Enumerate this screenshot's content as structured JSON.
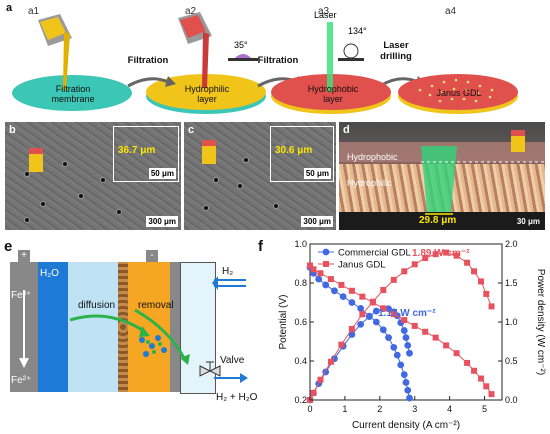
{
  "panel_a": {
    "label": "a",
    "steps": [
      "a1",
      "a2",
      "a3",
      "a4"
    ],
    "disc_labels": {
      "a1": "Filtration membrane",
      "a2": "Hydrophilic layer",
      "a3": "Hydrophobic layer",
      "a4": "Janus GDL"
    },
    "arrow1": "Filtration",
    "arrow2": "Filtration",
    "arrow3": "Laser drilling",
    "angle_hydrophilic": "35°",
    "angle_hydrophobic": "134°",
    "laser_label": "Laser"
  },
  "panel_b": {
    "label": "b",
    "inset_value": "36.7 μm",
    "inset_scale": "50 μm",
    "scale": "300 μm"
  },
  "panel_c": {
    "label": "c",
    "inset_value": "30.6 μm",
    "inset_scale": "50 μm",
    "scale": "300 μm"
  },
  "panel_d": {
    "label": "d",
    "top_label": "Hydrophobic",
    "bottom_label": "Hydrophilic",
    "value": "29.8 μm",
    "scale": "30 μm"
  },
  "panel_e": {
    "label": "e",
    "plus": "+",
    "minus": "-",
    "fe3": "Fe³⁺",
    "fe2": "Fe²⁺",
    "h2o": "H₂O",
    "diffusion": "diffusion",
    "removal": "removal",
    "h2": "H₂",
    "valve": "Valve",
    "outlet": "H₂ + H₂O"
  },
  "panel_f": {
    "label": "f"
  },
  "colors": {
    "commercial": "#4169e1",
    "janus": "#e8525e",
    "disc_teal": "#3bc6b5",
    "disc_yellow": "#f0c419",
    "disc_red": "#e0504d"
  },
  "chart_data": {
    "type": "line",
    "xlabel": "Current density (A cm⁻²)",
    "ylabel_left": "Potential (V)",
    "ylabel_right": "Power density (W cm⁻²)",
    "xlim": [
      0,
      5.5
    ],
    "ylim_left": [
      0.2,
      1.0
    ],
    "ylim_right": [
      0.0,
      2.0
    ],
    "x_ticks": [
      0,
      1,
      2,
      3,
      4,
      5
    ],
    "y_ticks_left": [
      0.2,
      0.4,
      0.6,
      0.8,
      1.0
    ],
    "y_ticks_right": [
      0.0,
      0.5,
      1.0,
      1.5,
      2.0
    ],
    "legend_position": "top-left",
    "annotations": [
      {
        "text": "1.89 W cm⁻²",
        "series": "Janus GDL"
      },
      {
        "text": "1.17 W cm⁻²",
        "series": "Commercial GDL"
      }
    ],
    "series": [
      {
        "name": "Commercial GDL",
        "marker": "circle",
        "color": "#4169e1",
        "polarization": {
          "x": [
            0.0,
            0.1,
            0.25,
            0.45,
            0.7,
            0.95,
            1.2,
            1.45,
            1.7,
            1.9,
            2.1,
            2.25,
            2.4,
            2.5,
            2.6,
            2.7,
            2.75,
            2.8,
            2.85
          ],
          "y": [
            0.88,
            0.85,
            0.82,
            0.79,
            0.76,
            0.73,
            0.7,
            0.67,
            0.63,
            0.6,
            0.56,
            0.52,
            0.47,
            0.43,
            0.38,
            0.33,
            0.29,
            0.25,
            0.21
          ]
        },
        "power": {
          "x": [
            0.0,
            0.1,
            0.25,
            0.45,
            0.7,
            0.95,
            1.2,
            1.45,
            1.7,
            1.9,
            2.1,
            2.25,
            2.4,
            2.5,
            2.6,
            2.7,
            2.75,
            2.8,
            2.85
          ],
          "y": [
            0.0,
            0.09,
            0.21,
            0.36,
            0.53,
            0.69,
            0.84,
            0.97,
            1.07,
            1.14,
            1.17,
            1.17,
            1.13,
            1.08,
            0.99,
            0.89,
            0.8,
            0.7,
            0.6
          ]
        }
      },
      {
        "name": "Janus GDL",
        "marker": "square",
        "color": "#e8525e",
        "polarization": {
          "x": [
            0.0,
            0.1,
            0.3,
            0.6,
            0.9,
            1.2,
            1.5,
            1.8,
            2.1,
            2.4,
            2.7,
            3.0,
            3.3,
            3.6,
            3.9,
            4.2,
            4.5,
            4.7,
            4.9,
            5.05,
            5.2
          ],
          "y": [
            0.89,
            0.87,
            0.85,
            0.82,
            0.79,
            0.76,
            0.73,
            0.7,
            0.67,
            0.64,
            0.61,
            0.58,
            0.55,
            0.52,
            0.48,
            0.44,
            0.39,
            0.35,
            0.31,
            0.27,
            0.23
          ]
        },
        "power": {
          "x": [
            0.0,
            0.1,
            0.3,
            0.6,
            0.9,
            1.2,
            1.5,
            1.8,
            2.1,
            2.4,
            2.7,
            3.0,
            3.3,
            3.6,
            3.9,
            4.2,
            4.5,
            4.7,
            4.9,
            5.05,
            5.2
          ],
          "y": [
            0.0,
            0.09,
            0.26,
            0.49,
            0.71,
            0.91,
            1.1,
            1.26,
            1.41,
            1.54,
            1.65,
            1.74,
            1.82,
            1.87,
            1.89,
            1.85,
            1.76,
            1.65,
            1.52,
            1.36,
            1.2
          ]
        }
      }
    ]
  }
}
